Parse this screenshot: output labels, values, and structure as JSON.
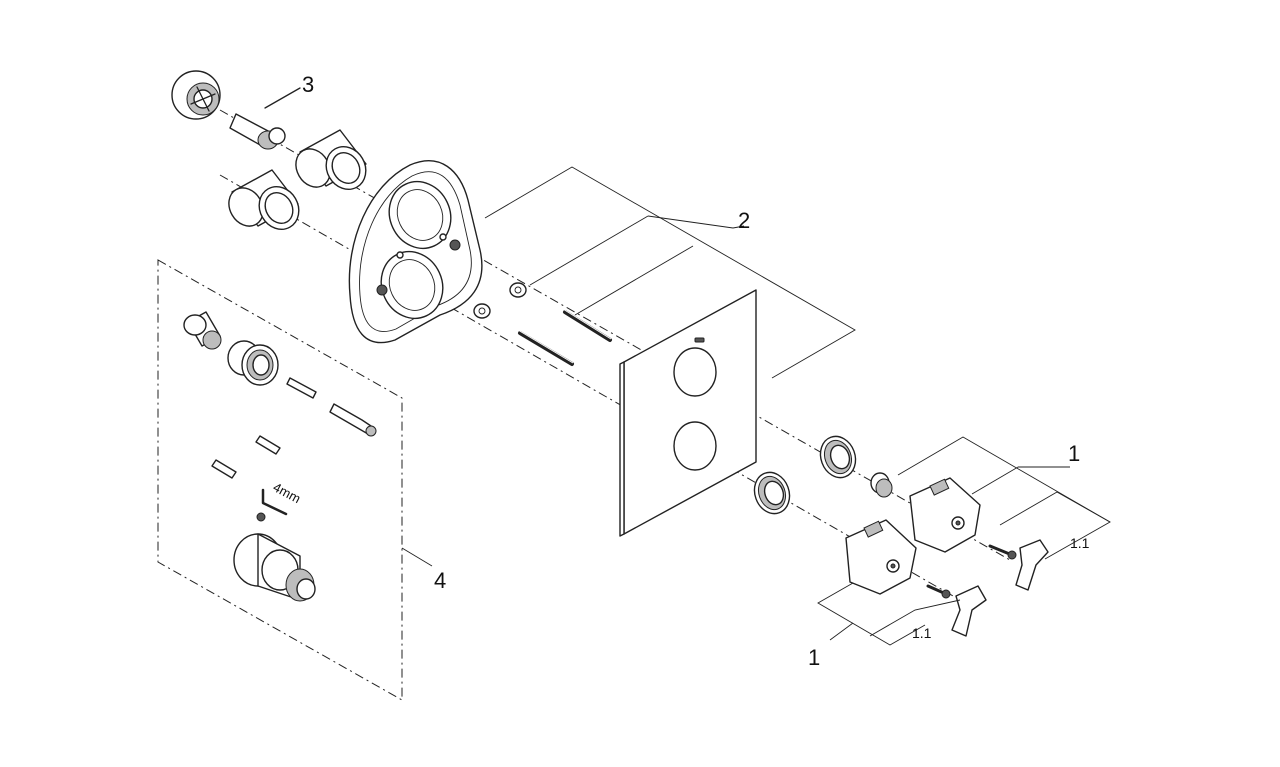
{
  "labels": {
    "callout_3": "3",
    "callout_2": "2",
    "callout_4": "4",
    "callout_1_upper": "1",
    "callout_1_lower": "1",
    "callout_1_1_upper": "1.1",
    "callout_1_1_lower": "1.1",
    "tool_size": "4mm"
  }
}
